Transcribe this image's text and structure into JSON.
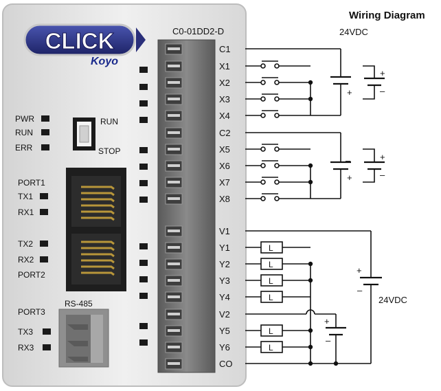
{
  "title": "Wiring Diagram",
  "model": "C0-01DD2-D",
  "logo": {
    "text": "CLICK",
    "brand": "Koyo"
  },
  "status_leds": [
    "PWR",
    "RUN",
    "ERR"
  ],
  "switch": {
    "run": "RUN",
    "stop": "STOP"
  },
  "ports": {
    "port1": "PORT1",
    "tx1": "TX1",
    "rx1": "RX1",
    "tx2": "TX2",
    "rx2": "RX2",
    "port2": "PORT2",
    "port3": "PORT3",
    "rs485": "RS-485",
    "tx3": "TX3",
    "rx3": "RX3"
  },
  "terminals": [
    "C1",
    "X1",
    "X2",
    "X3",
    "X4",
    "C2",
    "X5",
    "X6",
    "X7",
    "X8",
    "V1",
    "Y1",
    "Y2",
    "Y3",
    "Y4",
    "V2",
    "Y5",
    "Y6",
    "CO"
  ],
  "load_label": "L",
  "supply_top": "24VDC",
  "supply_bottom": "24VDC",
  "plus": "+",
  "minus": "–",
  "colors": {
    "plc_body": "#e8e8e8",
    "logo_blue": "#2a2f7a",
    "koyo_blue": "#1a2a8c",
    "port_gold": "#b8963a"
  }
}
